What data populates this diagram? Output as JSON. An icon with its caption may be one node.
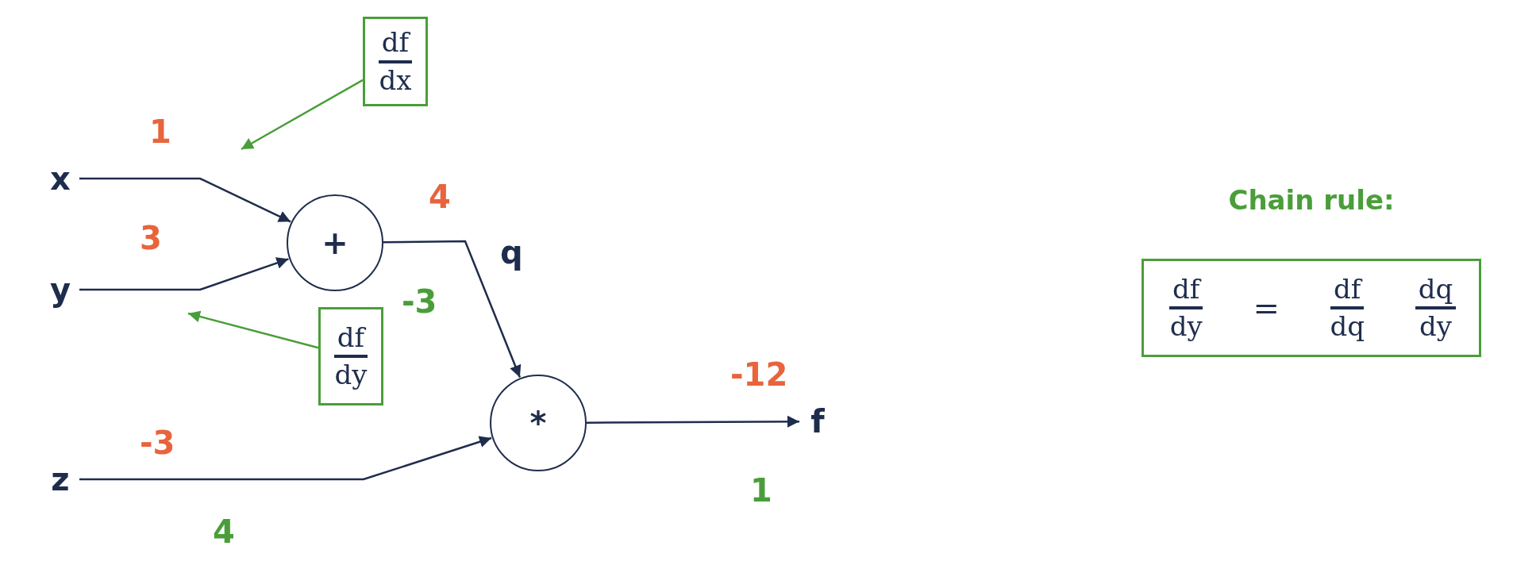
{
  "diagram": {
    "nodes": [
      {
        "text": [
          "x"
        ]
      },
      {
        "text": [
          "y"
        ]
      },
      {
        "text": [
          "z"
        ]
      },
      {
        "text": [
          "+"
        ]
      },
      {
        "text": [
          "*"
        ]
      },
      {
        "text": [
          "f"
        ]
      },
      {
        "text": [
          "df",
          "dx"
        ]
      },
      {
        "text": [
          "df",
          "dy"
        ]
      },
      {
        "text": [
          "Chain rule:",
          "df",
          "dy",
          "=",
          "df",
          "dq",
          "dq",
          "dy"
        ]
      }
    ],
    "edges": [
      {
        "from": 0,
        "to": 3,
        "arrow": "to"
      },
      {
        "from": 1,
        "to": 3,
        "arrow": "to"
      },
      {
        "from": 3,
        "to": 4,
        "arrow": "to"
      },
      {
        "from": 2,
        "to": 4,
        "arrow": "to"
      },
      {
        "from": 4,
        "to": 5,
        "arrow": "to"
      },
      {
        "from": 6,
        "to": null,
        "arrow": "to",
        "color": "#4a9e3a"
      },
      {
        "from": 7,
        "to": null,
        "arrow": "to",
        "color": "#4a9e3a"
      }
    ],
    "labels": [
      "1",
      "4",
      "3",
      "q",
      "-3",
      "-12",
      "-3",
      "1",
      "4"
    ]
  }
}
